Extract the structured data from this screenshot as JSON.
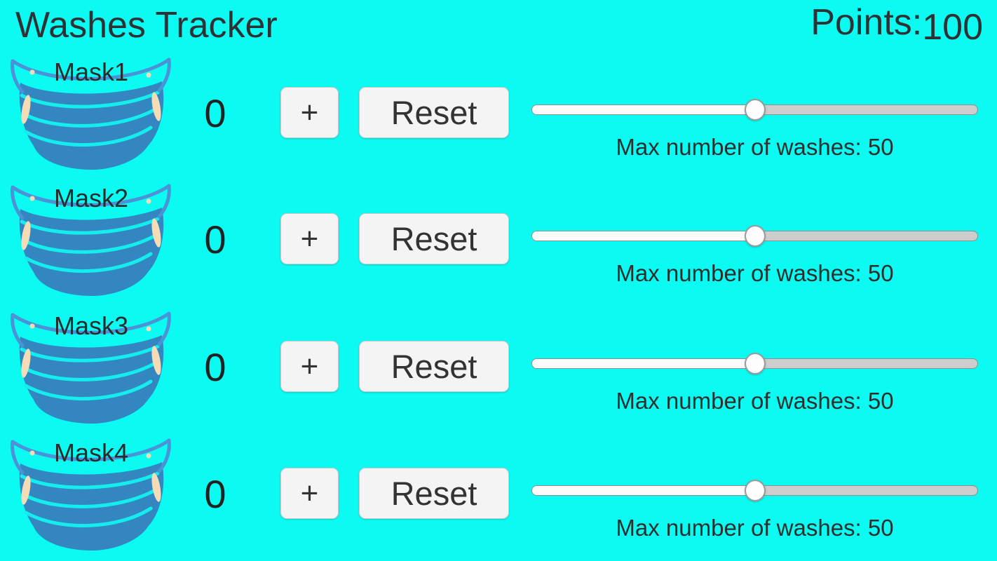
{
  "header": {
    "title": "Washes Tracker",
    "points_label": "Points:",
    "points_value": "100"
  },
  "icons": {
    "mask": "surgical-mask-icon"
  },
  "colors": {
    "background": "#0BFAF2",
    "mask_body": "#3386BF",
    "mask_strap": "#4B92D6",
    "mask_pleat_line": "#15ECEE",
    "mask_ear_loop": "#F6DCB6",
    "button_background": "#F4F4F4",
    "button_border": "#C9C9C9",
    "text": "#2F3235",
    "slider_track_empty": "#CDCDCD",
    "slider_track_filled": "#FAFAFA"
  },
  "rows": [
    {
      "mask_label": "Mask1",
      "count": "0",
      "increment_label": "+",
      "reset_label": "Reset",
      "slider_caption": "Max number of washes: 50",
      "slider_percent": 50
    },
    {
      "mask_label": "Mask2",
      "count": "0",
      "increment_label": "+",
      "reset_label": "Reset",
      "slider_caption": "Max number of washes: 50",
      "slider_percent": 50
    },
    {
      "mask_label": "Mask3",
      "count": "0",
      "increment_label": "+",
      "reset_label": "Reset",
      "slider_caption": "Max number of washes: 50",
      "slider_percent": 50
    },
    {
      "mask_label": "Mask4",
      "count": "0",
      "increment_label": "+",
      "reset_label": "Reset",
      "slider_caption": "Max number of washes: 50",
      "slider_percent": 50
    }
  ]
}
